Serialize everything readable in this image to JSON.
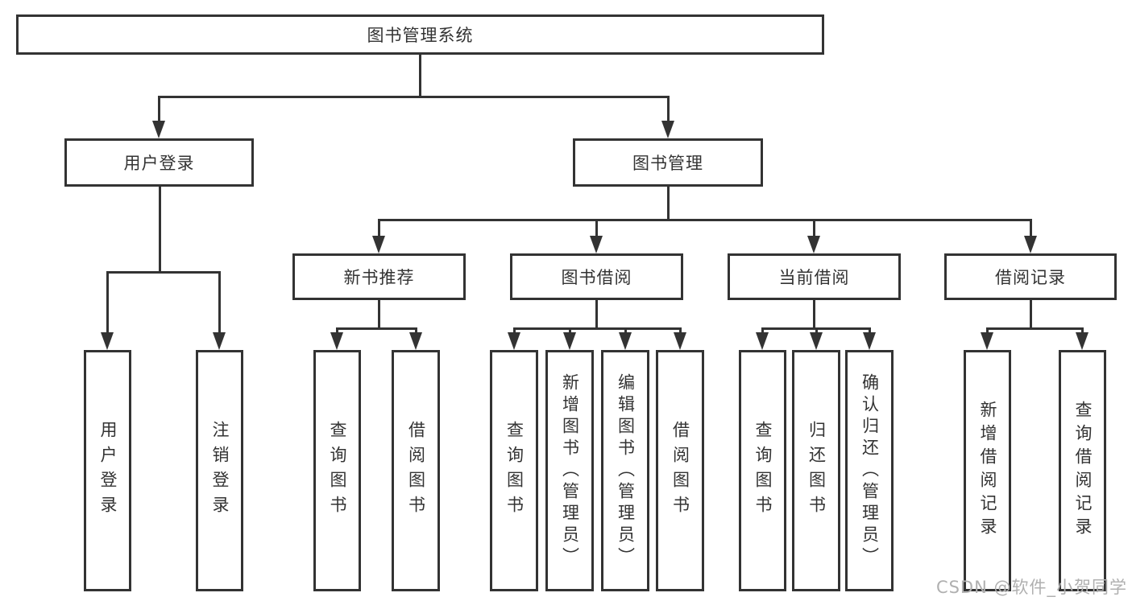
{
  "diagram": {
    "title": "图书管理系统",
    "nodes": {
      "root": "图书管理系统",
      "user_login": "用户登录",
      "book_management": "图书管理",
      "new_book_recommend": "新书推荐",
      "book_borrowing": "图书借阅",
      "current_borrowing": "当前借阅",
      "borrowing_records": "借阅记录",
      "leaf_user_login": "用户登录",
      "leaf_logout": "注销登录",
      "leaf_rec_query_books": "查询图书",
      "leaf_rec_borrow_books": "借阅图书",
      "leaf_bb_query_books": "查询图书",
      "leaf_bb_add_books_admin": "新增图书（管理员）",
      "leaf_bb_edit_books_admin": "编辑图书（管理员）",
      "leaf_bb_borrow_books": "借阅图书",
      "leaf_cb_query_books": "查询图书",
      "leaf_cb_return_books": "归还图书",
      "leaf_cb_confirm_return_admin": "确认归还（管理员）",
      "leaf_br_add_record": "新增借阅记录",
      "leaf_br_query_record": "查询借阅记录"
    },
    "colors": {
      "line": "#333333",
      "text": "#333333",
      "background": "#ffffff",
      "watermark": "#b0b0b0"
    }
  },
  "watermark": {
    "text": "CSDN @软件_小贺同学"
  }
}
